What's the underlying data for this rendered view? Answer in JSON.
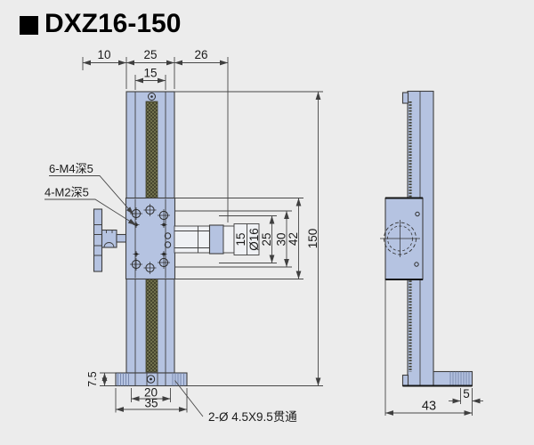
{
  "title": "DXZ16-150",
  "front_view": {
    "dim_top_offset": "10",
    "dim_top_width": "25",
    "dim_top_reach": "26",
    "dim_top_slot": "15",
    "dim_platform_len": "15",
    "dim_platform_dia": "Ø16",
    "dim_right_25": "25",
    "dim_right_30": "30",
    "dim_right_42": "42",
    "dim_height": "150",
    "dim_foot_height": "7.5",
    "dim_foot_slot": "20",
    "dim_base_width": "35",
    "callout_m4": "6-M4深5",
    "callout_m2": "4-M2深5",
    "callout_through": "2-Ø 4.5X9.5贯通"
  },
  "side_view": {
    "dim_foot_lip": "5",
    "dim_depth": "43"
  },
  "colors": {
    "background": "#ececec",
    "body": "#b5c3e1",
    "hatch": "#7d7d55",
    "line": "#3f3f3f",
    "bold": "#141414",
    "text": "#1b1b1b"
  }
}
